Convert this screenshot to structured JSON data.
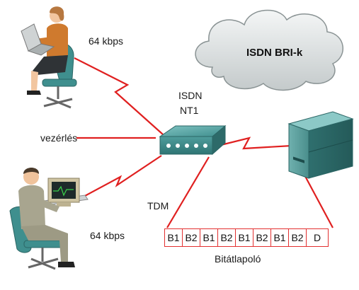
{
  "cloud": {
    "label": "ISDN BRI-k"
  },
  "labels": {
    "top_rate": "64 kbps",
    "bottom_rate": "64 kbps",
    "nt1_line1": "ISDN",
    "nt1_line2": "NT1",
    "control": "vezérlés",
    "tdm": "TDM",
    "frame_caption": "Bitátlapoló"
  },
  "frame": {
    "slots": [
      "B1",
      "B2",
      "B1",
      "B2",
      "B1",
      "B2",
      "B1",
      "B2",
      "D"
    ]
  },
  "colors": {
    "link_red": "#e02020",
    "device_teal": "#3f8f8e",
    "cloud_gray": "#d8dcdc"
  },
  "icons": [
    "woman-laptop-user-icon",
    "man-computer-user-icon",
    "nt1-device-icon",
    "exchange-server-icon",
    "cloud-icon"
  ]
}
